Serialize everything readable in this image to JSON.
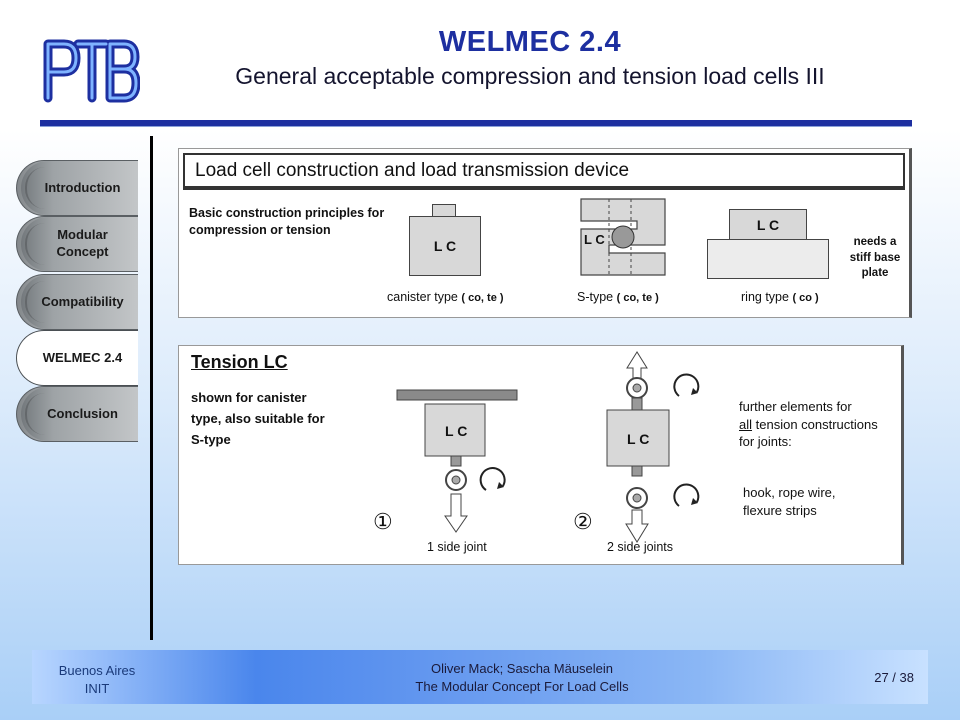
{
  "header": {
    "logo_text": "PTB",
    "title": "WELMEC 2.4",
    "subtitle": "General acceptable compression and tension load cells III"
  },
  "nav": {
    "items": [
      {
        "label": "Introduction",
        "active": false
      },
      {
        "label": "Modular Concept",
        "active": false
      },
      {
        "label": "Compatibility",
        "active": false
      },
      {
        "label": "WELMEC 2.4",
        "active": true
      },
      {
        "label": "Conclusion",
        "active": false
      }
    ]
  },
  "figure1": {
    "header": "Load cell construction  and  load transmission device",
    "principles": "Basic construction principles for compression or tension",
    "lc_label": "L C",
    "canister_caption": "canister type",
    "canister_tag": "( co, te )",
    "s_caption": "S-type",
    "s_tag": "( co, te )",
    "ring_caption": "ring type",
    "ring_tag": "( co )",
    "stiff_note": "needs a stiff base plate"
  },
  "figure2": {
    "header": "Tension LC",
    "description": "shown for canister type, also suitable for S-type",
    "lc_label": "L C",
    "num1": "①",
    "num2": "②",
    "caption1": "1  side joint",
    "caption2": "2  side joints",
    "further": "further elements  for",
    "further_all": "all",
    "further_rest": " tension constructions for joints:",
    "elements": "hook, rope wire, flexure strips"
  },
  "footer": {
    "location_line1": "Buenos Aires",
    "location_line2": "INIT",
    "authors": "Oliver Mack; Sascha Mäuselein",
    "talk_title": "The Modular Concept For Load Cells",
    "page": "27 / 38"
  },
  "colors": {
    "title_blue": "#1d2fa0",
    "footer_blue": "#4a86ec"
  }
}
